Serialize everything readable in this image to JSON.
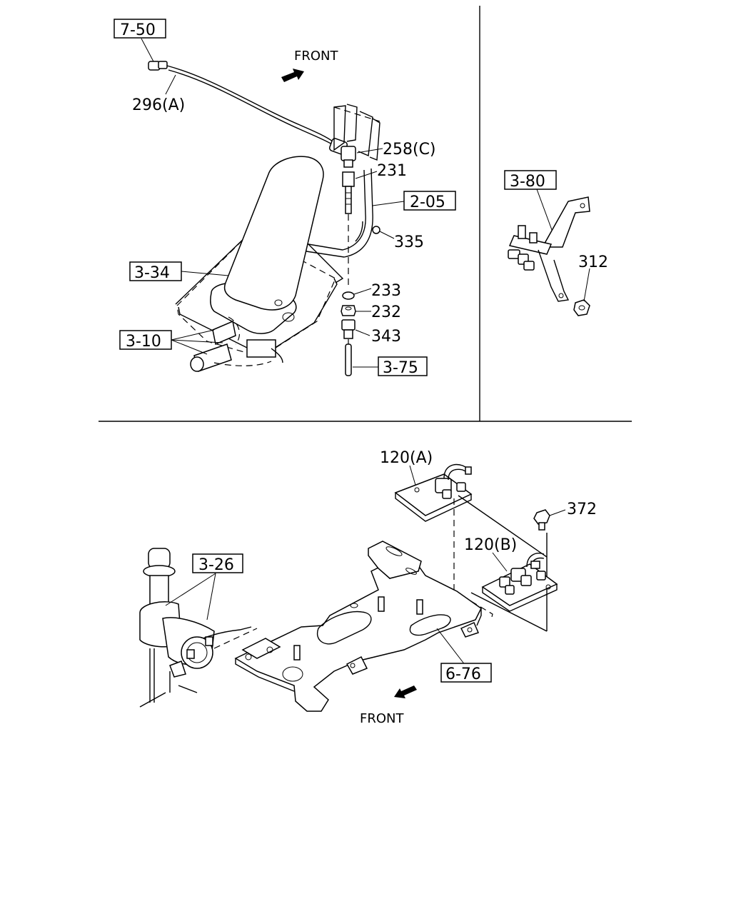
{
  "diagram": {
    "front_labels": [
      "FRONT",
      "FRONT"
    ],
    "boxed_refs": [
      "7-50",
      "2-05",
      "3-34",
      "3-10",
      "3-75",
      "3-80",
      "3-26",
      "6-76"
    ],
    "part_numbers": [
      "296(A)",
      "258(C)",
      "231",
      "335",
      "233",
      "232",
      "343",
      "312",
      "120(A)",
      "120(B)",
      "372"
    ]
  }
}
